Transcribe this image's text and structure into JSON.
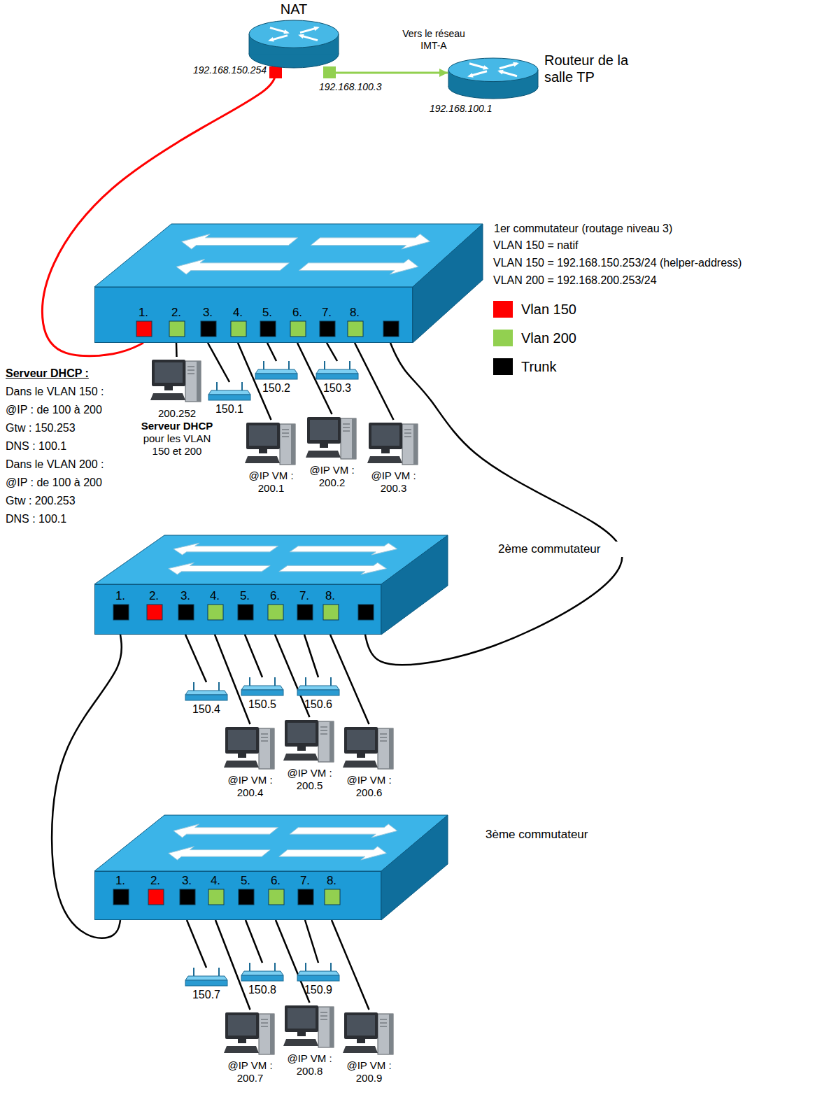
{
  "diagram": {
    "nodes": [
      {
        "text": [
          "NAT"
        ]
      },
      {
        "text": [
          "Routeur de la salle TP"
        ]
      },
      {
        "text": [
          "1er commutateur (routage niveau 3)"
        ]
      },
      {
        "text": [
          "200.252",
          "Serveur DHCP",
          "pour les VLAN 150 et 200"
        ]
      },
      {
        "text": [
          "150.1"
        ]
      },
      {
        "text": [
          "150.2"
        ]
      },
      {
        "text": [
          "150.3"
        ]
      },
      {
        "text": [
          "@IP VM : 200.1"
        ]
      },
      {
        "text": [
          "@IP VM : 200.2"
        ]
      },
      {
        "text": [
          "@IP VM : 200.3"
        ]
      },
      {
        "text": [
          "2ème commutateur"
        ]
      },
      {
        "text": [
          "150.4"
        ]
      },
      {
        "text": [
          "150.5"
        ]
      },
      {
        "text": [
          "150.6"
        ]
      },
      {
        "text": [
          "@IP VM : 200.4"
        ]
      },
      {
        "text": [
          "@IP VM : 200.5"
        ]
      },
      {
        "text": [
          "@IP VM : 200.6"
        ]
      },
      {
        "text": [
          "3ème commutateur"
        ]
      },
      {
        "text": [
          "150.7"
        ]
      },
      {
        "text": [
          "150.8"
        ]
      },
      {
        "text": [
          "150.9"
        ]
      },
      {
        "text": [
          "@IP VM : 200.7"
        ]
      },
      {
        "text": [
          "@IP VM : 200.8"
        ]
      },
      {
        "text": [
          "@IP VM : 200.9"
        ]
      }
    ],
    "edges": [
      {
        "from": 0,
        "to": 1,
        "arrow": "to",
        "label": "Vers le réseau IMT-A"
      },
      {
        "from": 0,
        "to": 2,
        "arrow": "none"
      },
      {
        "from": 2,
        "to": 3,
        "arrow": "none"
      },
      {
        "from": 2,
        "to": 4,
        "arrow": "none"
      },
      {
        "from": 2,
        "to": 7,
        "arrow": "none"
      },
      {
        "from": 2,
        "to": 5,
        "arrow": "none"
      },
      {
        "from": 2,
        "to": 8,
        "arrow": "none"
      },
      {
        "from": 2,
        "to": 6,
        "arrow": "none"
      },
      {
        "from": 2,
        "to": 9,
        "arrow": "none"
      },
      {
        "from": 2,
        "to": 10,
        "arrow": "none"
      },
      {
        "from": 10,
        "to": 11,
        "arrow": "none"
      },
      {
        "from": 10,
        "to": 14,
        "arrow": "none"
      },
      {
        "from": 10,
        "to": 12,
        "arrow": "none"
      },
      {
        "from": 10,
        "to": 15,
        "arrow": "none"
      },
      {
        "from": 10,
        "to": 13,
        "arrow": "none"
      },
      {
        "from": 10,
        "to": 16,
        "arrow": "none"
      },
      {
        "from": 10,
        "to": 17,
        "arrow": "none"
      },
      {
        "from": 17,
        "to": 18,
        "arrow": "none"
      },
      {
        "from": 17,
        "to": 21,
        "arrow": "none"
      },
      {
        "from": 17,
        "to": 19,
        "arrow": "none"
      },
      {
        "from": 17,
        "to": 22,
        "arrow": "none"
      },
      {
        "from": 17,
        "to": 20,
        "arrow": "none"
      },
      {
        "from": 17,
        "to": 23,
        "arrow": "none"
      }
    ],
    "labels": [
      "192.168.150.254",
      "192.168.100.3",
      "192.168.100.1",
      "VLAN 150 = natif",
      "VLAN 150 = 192.168.150.253/24 (helper-address)",
      "VLAN 200 = 192.168.200.253/24",
      "1.",
      "2.",
      "3.",
      "4.",
      "5.",
      "6.",
      "7.",
      "8.",
      "1.",
      "2.",
      "3.",
      "4.",
      "5.",
      "6.",
      "7.",
      "8.",
      "1.",
      "2.",
      "3.",
      "4.",
      "5.",
      "6.",
      "7.",
      "8.",
      "Serveur DHCP :",
      "Dans le VLAN 150 :",
      "@IP : de 100 à 200",
      "Gtw : 150.253",
      "DNS : 100.1",
      "Dans le VLAN 200 :",
      "@IP : de 100 à 200",
      "Gtw : 200.253",
      "DNS : 100.1"
    ],
    "legend": [
      {
        "text": "Vlan 150",
        "color": "#ff0000"
      },
      {
        "text": "Vlan 200",
        "color": "#92d050"
      },
      {
        "text": "Trunk",
        "color": "#000000"
      }
    ]
  }
}
